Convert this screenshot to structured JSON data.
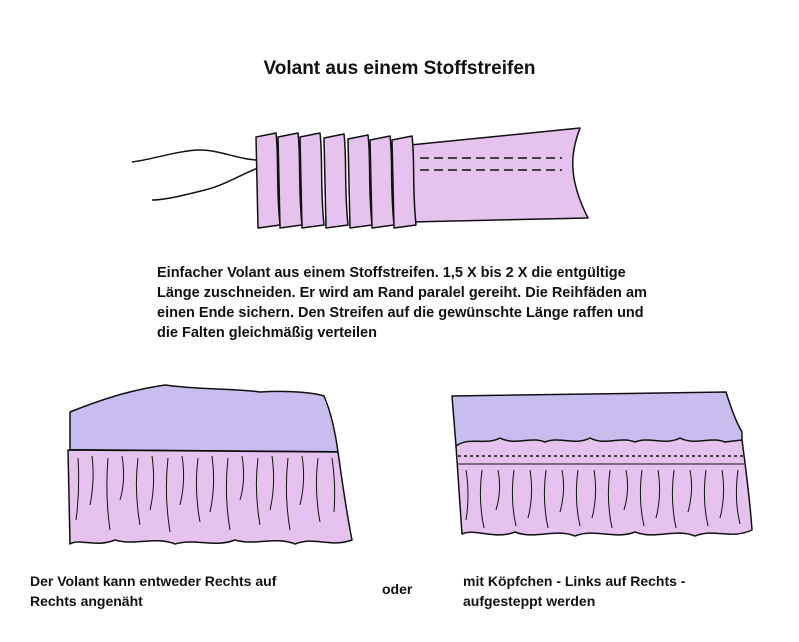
{
  "title": "Volant aus einem Stoffstreifen",
  "description": {
    "lines": [
      "Einfacher Volant aus einem Stoffstreifen. 1,5 X bis 2 X die entgültige",
      "Länge zuschneiden. Er wird am Rand paralel gereiht. Die Reihfäden am",
      "einen Ende sichern. Den Streifen auf die gewünschte Länge raffen und",
      "die Falten gleichmäßig verteilen"
    ]
  },
  "captions": {
    "left": {
      "lines": [
        "Der Volant kann entweder Rechts auf",
        "Rechts angenäht"
      ]
    },
    "middle": "oder",
    "right": {
      "lines": [
        "mit Köpfchen - Links auf Rechts -",
        "aufgesteppt werden"
      ]
    }
  },
  "colors": {
    "ruffle_fabric": "#e6c3ee",
    "base_fabric": "#c9bdf0",
    "outline": "#111111"
  }
}
